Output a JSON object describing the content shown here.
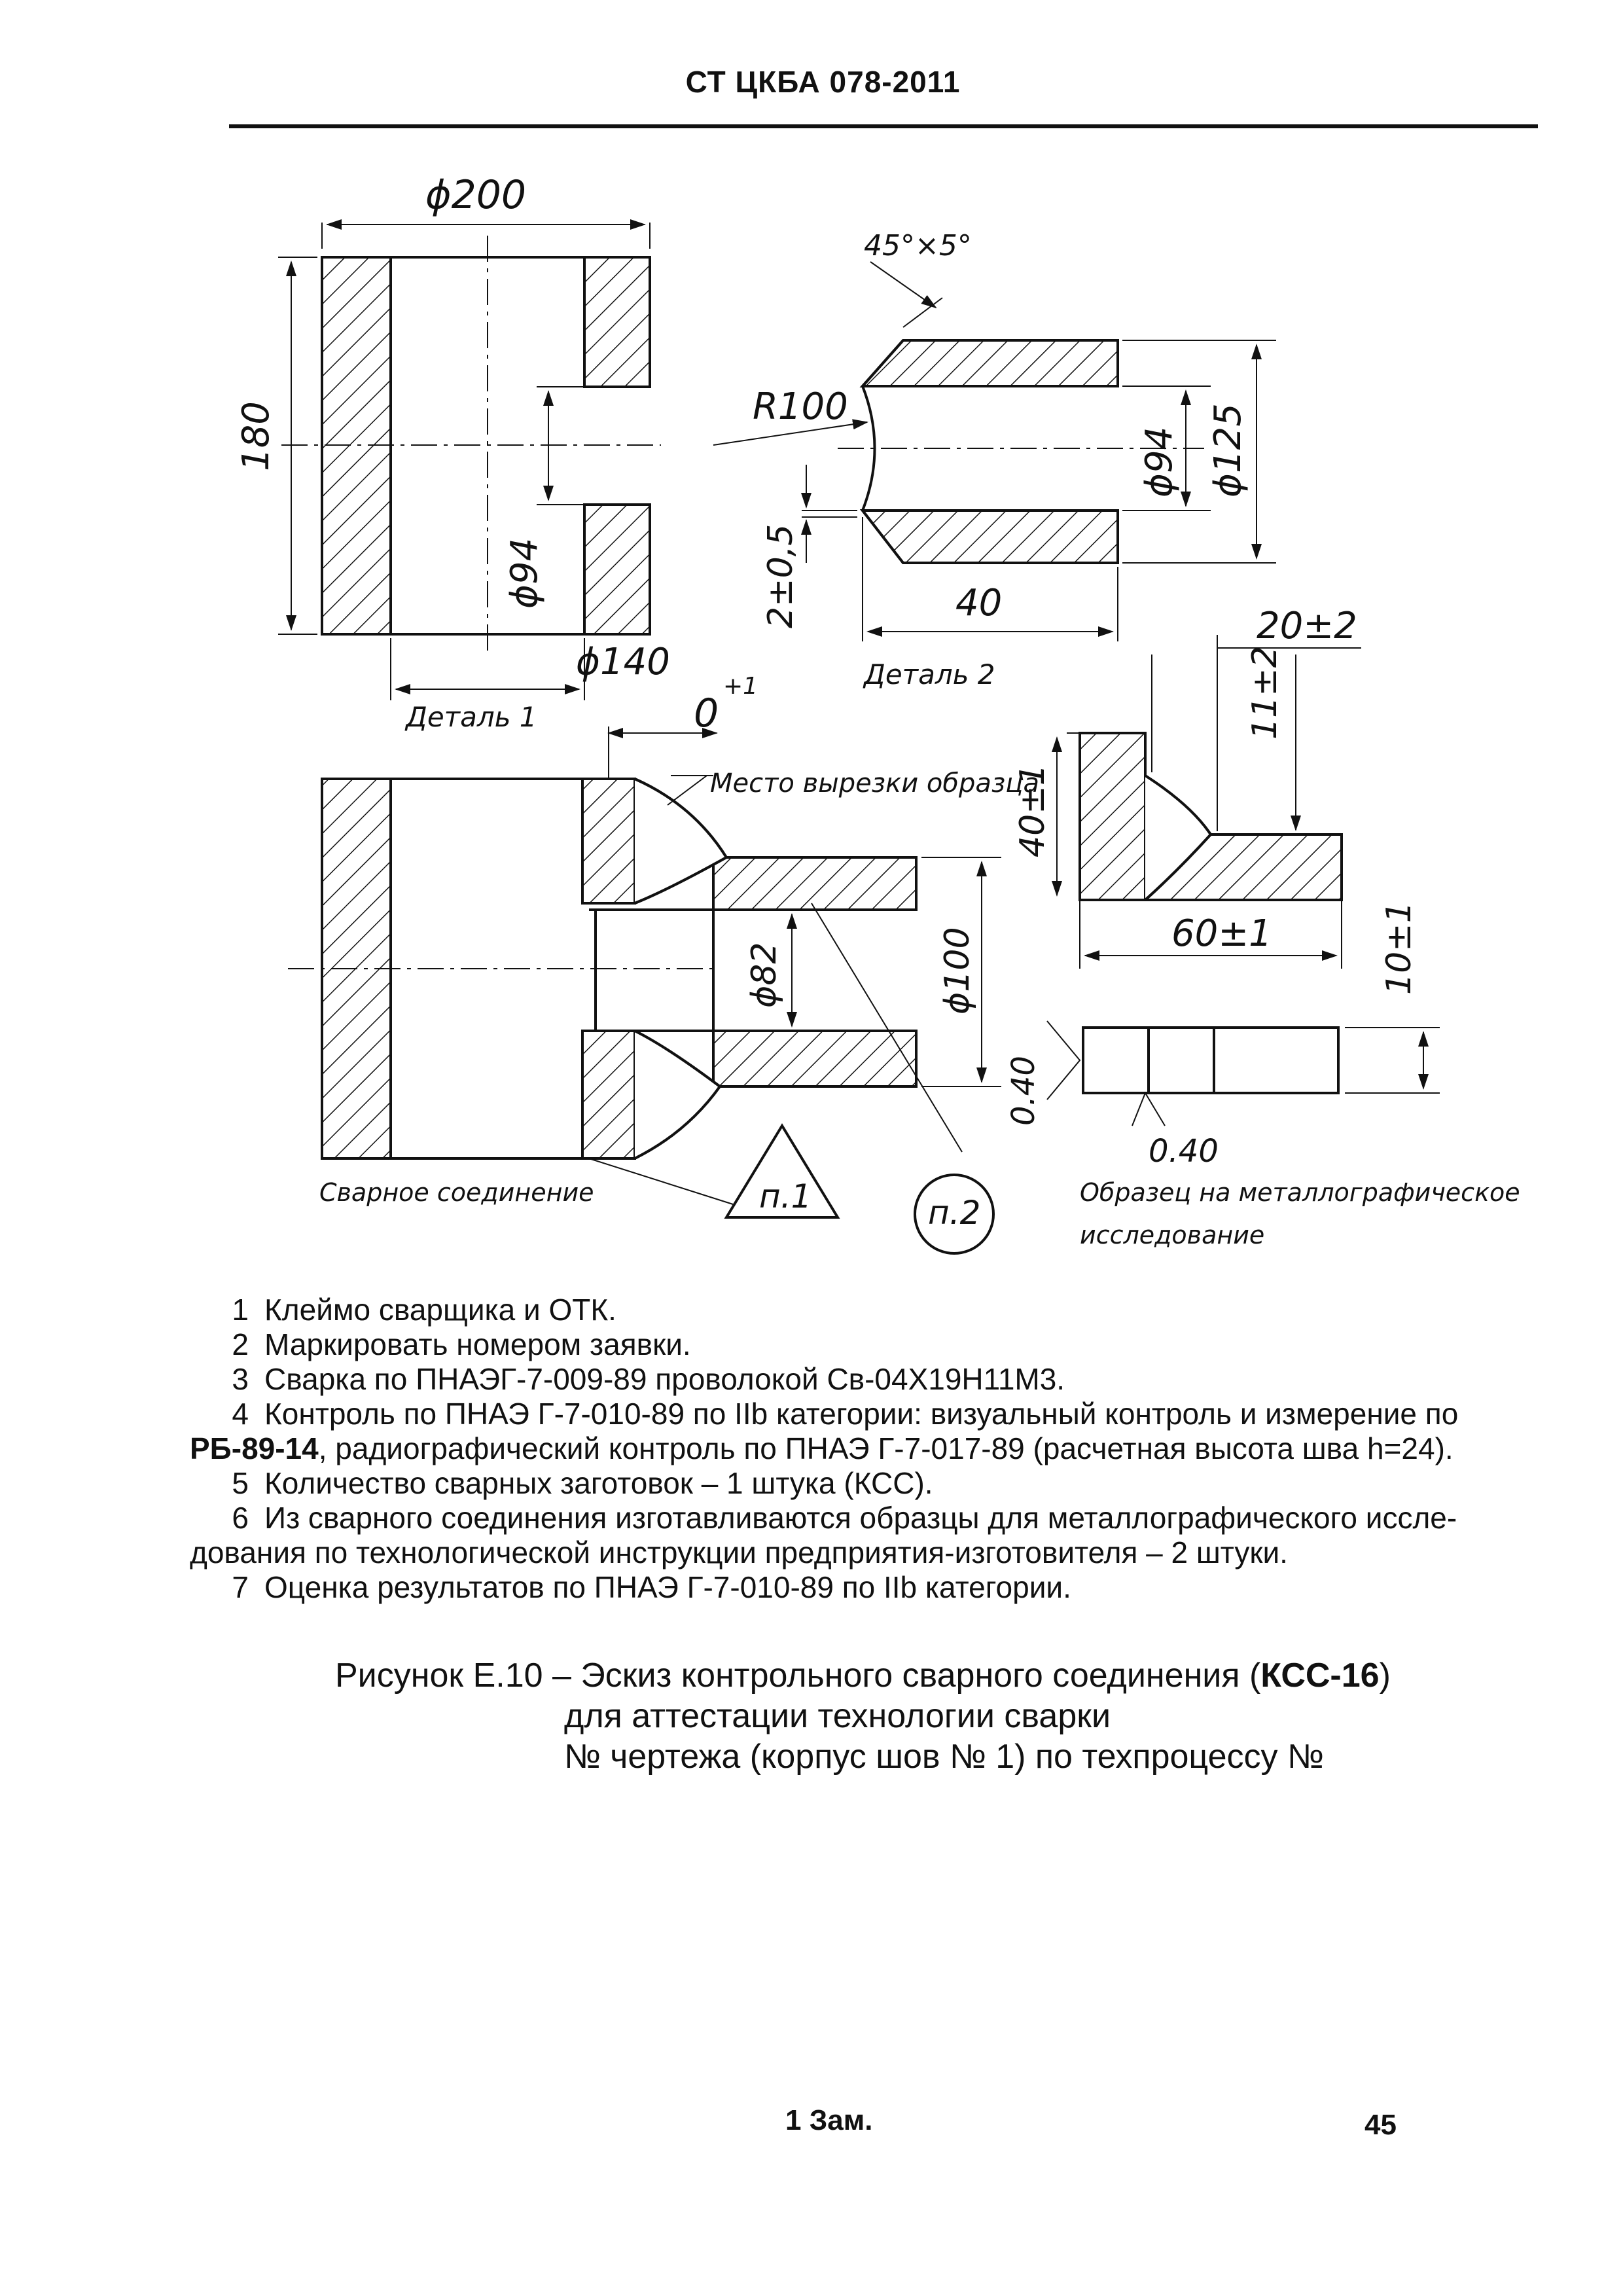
{
  "header": {
    "standard": "СТ ЦКБА 078-2011"
  },
  "drawing": {
    "part1_label": "Деталь 1",
    "part2_label": "Деталь 2",
    "dim_d200": "ϕ200",
    "dim_180": "180",
    "dim_d94_left": "ϕ94",
    "dim_d140": "ϕ140",
    "dim_chamfer": "45°×5°",
    "dim_r100": "R100",
    "dim_d94_right": "ϕ94",
    "dim_d125": "ϕ125",
    "dim_2pm05": "2±0,5",
    "dim_40": "40",
    "dim_gap": "0",
    "dim_gap_sup": "+1",
    "cut_label": "Место вырезки образца",
    "dim_d82": "ϕ82",
    "dim_d100": "ϕ100",
    "dim_20pm2": "20±2",
    "dim_11pm2": "11±2",
    "dim_40pm1": "40±1",
    "dim_60pm1": "60±1",
    "dim_10pm1": "10±1",
    "rough_left": "0.40",
    "rough_bottom": "0.40",
    "weld_label": "Сварное соединение",
    "marker1": "п.1",
    "marker2": "п.2",
    "sample_label_1": "Образец на металлографическое",
    "sample_label_2": "исследование"
  },
  "notes": [
    {
      "num": "1",
      "text": "Клеймо сварщика и ОТК."
    },
    {
      "num": "2",
      "text": "Маркировать номером заявки."
    },
    {
      "num": "3",
      "text": "Сварка по ПНАЭГ-7-009-89 проволокой Св-04Х19Н11М3."
    },
    {
      "num": "4",
      "text": "Контроль по ПНАЭ Г-7-010-89 по IIb категории: визуальный контроль и измерение по"
    },
    {
      "num": "",
      "bold": "РБ-89-14",
      "text": ", радиографический контроль по ПНАЭ Г-7-017-89 (расчетная высота шва h=24)."
    },
    {
      "num": "5",
      "text": "Количество сварных заготовок – 1 штука (КСС)."
    },
    {
      "num": "6",
      "text": "Из сварного соединения изготавливаются образцы для металлографического иссле-"
    },
    {
      "num": "",
      "text": "дования по технологической инструкции предприятия-изготовителя – 2 штуки."
    },
    {
      "num": "7",
      "text": "Оценка результатов по ПНАЭ Г-7-010-89 по IIb категории."
    }
  ],
  "caption": {
    "line1_prefix": "Рисунок Е.10 – Эскиз контрольного сварного соединения (",
    "line1_bold": "КСС-16",
    "line1_suffix": ")",
    "line2": "для аттестации технологии сварки",
    "line3": "№ чертежа (корпус шов № 1) по техпроцессу №"
  },
  "footer": {
    "change": "1 Зам.",
    "page": "45"
  }
}
